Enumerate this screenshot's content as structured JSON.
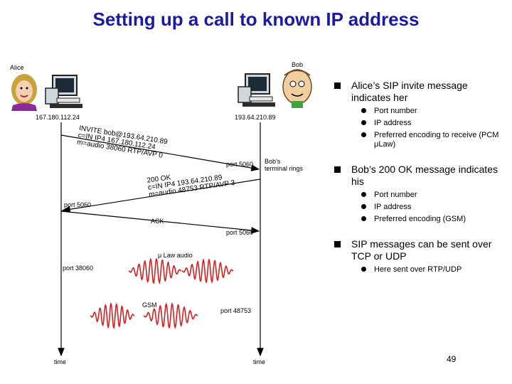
{
  "title": "Setting up a call to known IP address",
  "alice": {
    "name": "Alice",
    "ip": "167.180.112.24"
  },
  "bob": {
    "name": "Bob",
    "ip": "193.64.210.89"
  },
  "invite_lines": [
    "INVITE bob@193.64.210.89",
    "c=IN IP4 167.180.112.24",
    "m=audio 38060 RTP/AVP 0"
  ],
  "invite_port": "port 5060",
  "bob_rings": [
    "Bob's",
    "terminal rings"
  ],
  "ok_lines": [
    "200 OK",
    "c=IN IP4 193.64.210.89",
    "m=audio 48753 RTP/AVP 3"
  ],
  "ok_port": "port 5060",
  "ack_label": "ACK",
  "ack_port": "port 5060",
  "law_audio": "μ Law audio",
  "alice_audio_port": "port 38060",
  "gsm_label": "GSM",
  "bob_audio_port": "port 48753",
  "time_left": "time",
  "time_right": "time",
  "bullets": [
    {
      "text": "Alice’s SIP invite message indicates her",
      "subs": [
        "Port number",
        "IP address",
        "Preferred encoding to receive (PCM μLaw)"
      ]
    },
    {
      "text": "Bob’s 200 OK message indicates his",
      "subs": [
        "Port number",
        "IP address",
        "Preferred encoding (GSM)"
      ]
    },
    {
      "text": "SIP messages can be sent over TCP or UDP",
      "subs": [
        "Here sent over RTP/UDP"
      ]
    }
  ],
  "page_number": "49",
  "colors": {
    "title": "#1a1aa6",
    "wave": "#d42020",
    "monitor": "#cfd6dc"
  }
}
